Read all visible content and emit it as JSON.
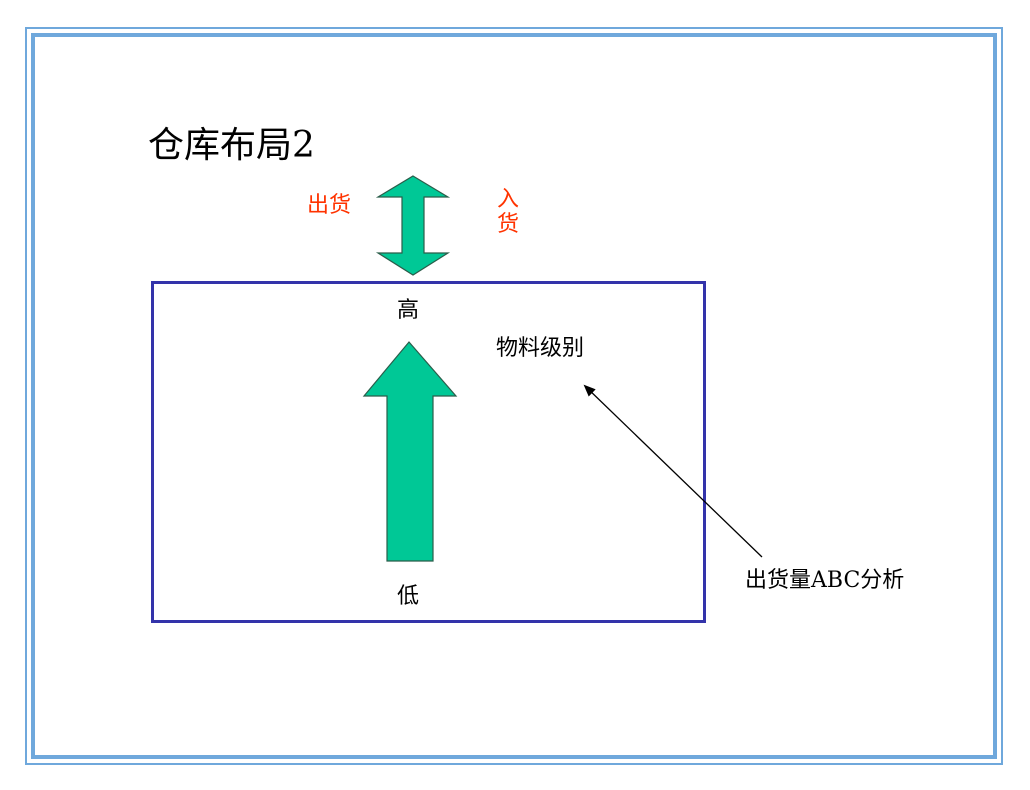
{
  "slide": {
    "title": "仓库布局2",
    "io_labels": {
      "outbound": "出货",
      "inbound": "入货"
    },
    "storage": {
      "high_label": "高",
      "low_label": "低",
      "level_label": "物料级别"
    },
    "annotation": "出货量ABC分析"
  },
  "colors": {
    "arrow_fill": "#00c896",
    "arrow_stroke": "#2a5d4a",
    "frame_border": "#6fa8dc",
    "box_border": "#3333aa",
    "label_red": "#ff3300"
  },
  "icons": {
    "io_arrow": "double-vertical-arrow-icon",
    "level_arrow": "up-arrow-icon",
    "pointer": "pointer-line-icon"
  }
}
